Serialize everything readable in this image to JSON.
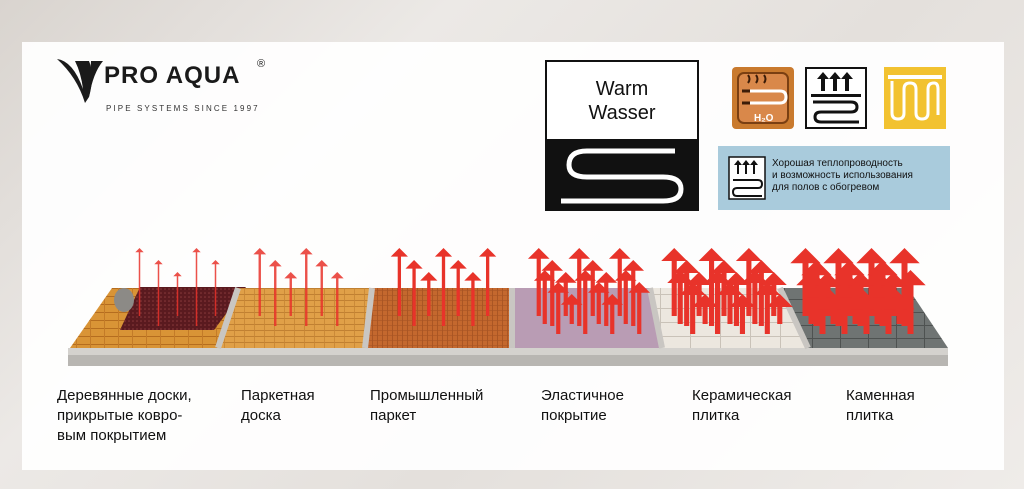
{
  "logo": {
    "brand": "PRO AQUA",
    "registered": "®",
    "tagline": "PIPE SYSTEMS SINCE 1997"
  },
  "warm_box": {
    "line1": "Warm",
    "line2": "Wasser"
  },
  "icons": [
    {
      "name": "heater-h2o-icon",
      "label": "H₂O",
      "color": "#c97a2e"
    },
    {
      "name": "floor-heating-arrows-icon",
      "color": "#111111"
    },
    {
      "name": "yellow-heating-loops-icon",
      "color": "#f2c230"
    }
  ],
  "info": {
    "line1": "Хорошая теплопроводность",
    "line2": "и возможность использования",
    "line3": "для полов с обогревом"
  },
  "floors": [
    {
      "caption": "Деревянные доски,\nприкрытые ковро-\nвым покрытием",
      "heat_level": 1
    },
    {
      "caption": "Паркетная\nдоска",
      "heat_level": 2
    },
    {
      "caption": "Промышленный\nпаркет",
      "heat_level": 3
    },
    {
      "caption": "Эластичное\nпокрытие",
      "heat_level": 4
    },
    {
      "caption": "Керамическая\nплитка",
      "heat_level": 5
    },
    {
      "caption": "Каменная\nплитка",
      "heat_level": 6
    }
  ],
  "colors": {
    "arrow": "#e8332a",
    "warm_black": "#111111",
    "info_bg": "#a9cbdc"
  }
}
